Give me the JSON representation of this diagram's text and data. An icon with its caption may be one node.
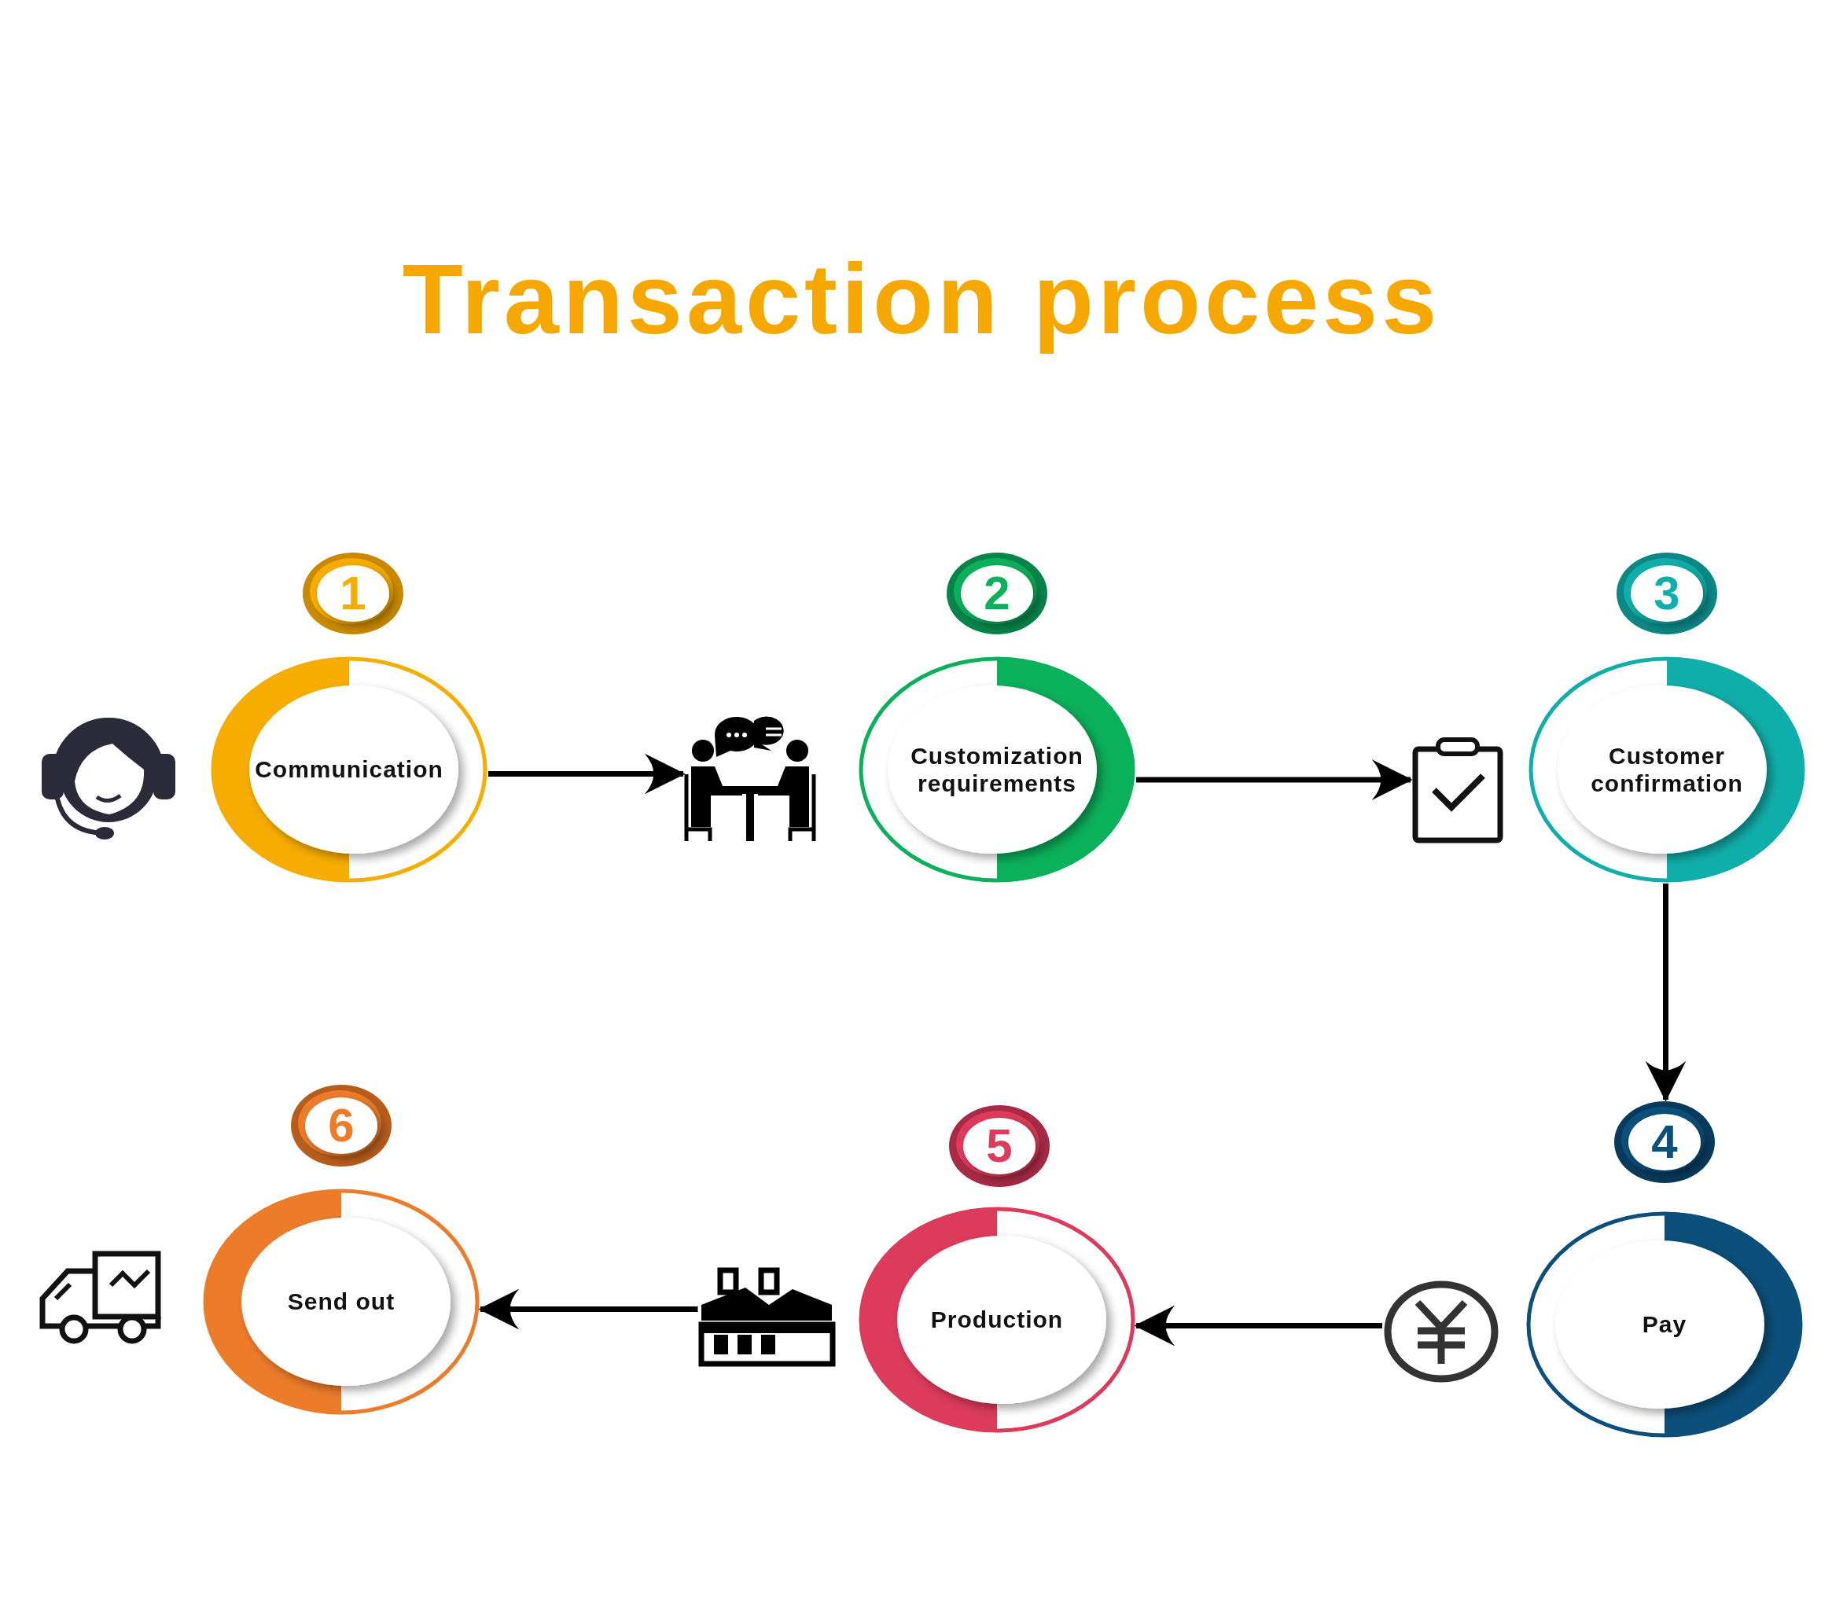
{
  "diagram": {
    "title": "Transaction process",
    "nodes": [
      {
        "text": [
          "1"
        ]
      },
      {
        "text": [],
        "shape": "picture"
      },
      {
        "text": [
          "Communication"
        ]
      },
      {
        "text": [
          "2"
        ]
      },
      {
        "text": [],
        "shape": "picture"
      },
      {
        "text": [
          "Customization requirements"
        ]
      },
      {
        "text": [
          "3"
        ]
      },
      {
        "text": [],
        "shape": "picture"
      },
      {
        "text": [
          "Customer confirmation"
        ]
      },
      {
        "text": [
          "4"
        ]
      },
      {
        "text": [],
        "shape": "picture"
      },
      {
        "text": [
          "Pay"
        ]
      },
      {
        "text": [
          "5"
        ]
      },
      {
        "text": [],
        "shape": "picture"
      },
      {
        "text": [
          "Production"
        ]
      },
      {
        "text": [
          "6"
        ]
      },
      {
        "text": [],
        "shape": "picture"
      },
      {
        "text": [
          "Send out"
        ]
      }
    ],
    "edges": [
      {
        "from": 2,
        "to": 4,
        "arrow": "to"
      },
      {
        "from": 5,
        "to": 7,
        "arrow": "to"
      },
      {
        "from": 8,
        "to": 9,
        "arrow": "to"
      },
      {
        "from": 10,
        "to": 14,
        "arrow": "to"
      },
      {
        "from": 13,
        "to": 17,
        "arrow": "to"
      }
    ]
  }
}
